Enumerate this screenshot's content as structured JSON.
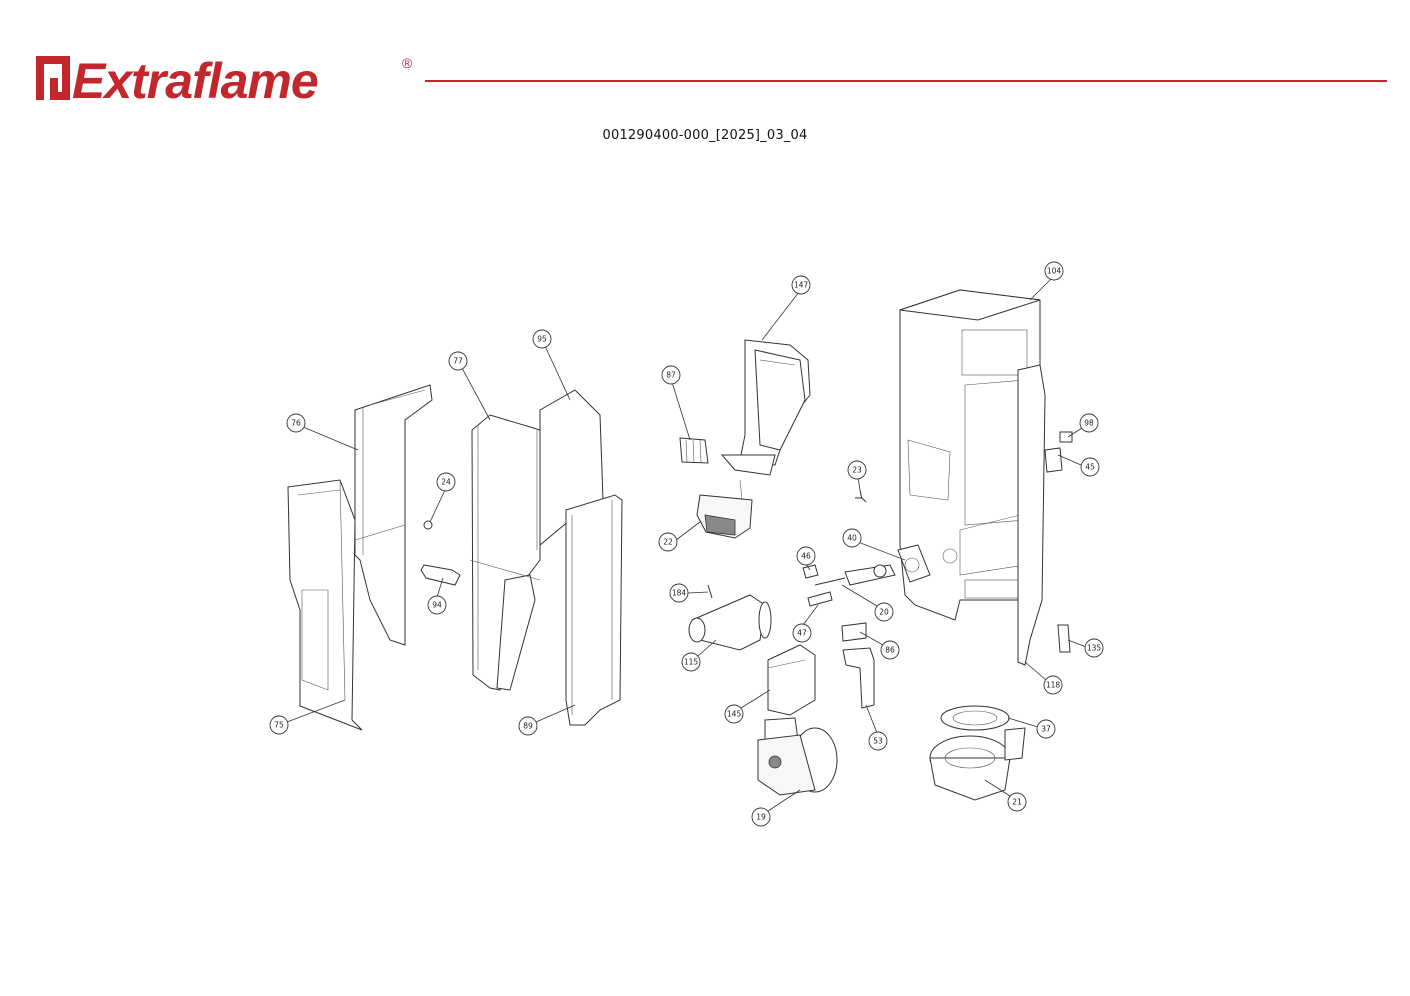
{
  "header": {
    "brand": "Extraflame",
    "registered_mark": "®",
    "brand_color": "#c1272d",
    "logo_icon": "extraflame-logo-icon"
  },
  "document": {
    "code": "001290400-000_[2025]_03_04"
  },
  "callouts": [
    "147",
    "104",
    "95",
    "77",
    "87",
    "76",
    "98",
    "23",
    "45",
    "24",
    "22",
    "46",
    "40",
    "94",
    "184",
    "20",
    "47",
    "86",
    "135",
    "115",
    "118",
    "145",
    "37",
    "53",
    "75",
    "89",
    "21",
    "19"
  ]
}
